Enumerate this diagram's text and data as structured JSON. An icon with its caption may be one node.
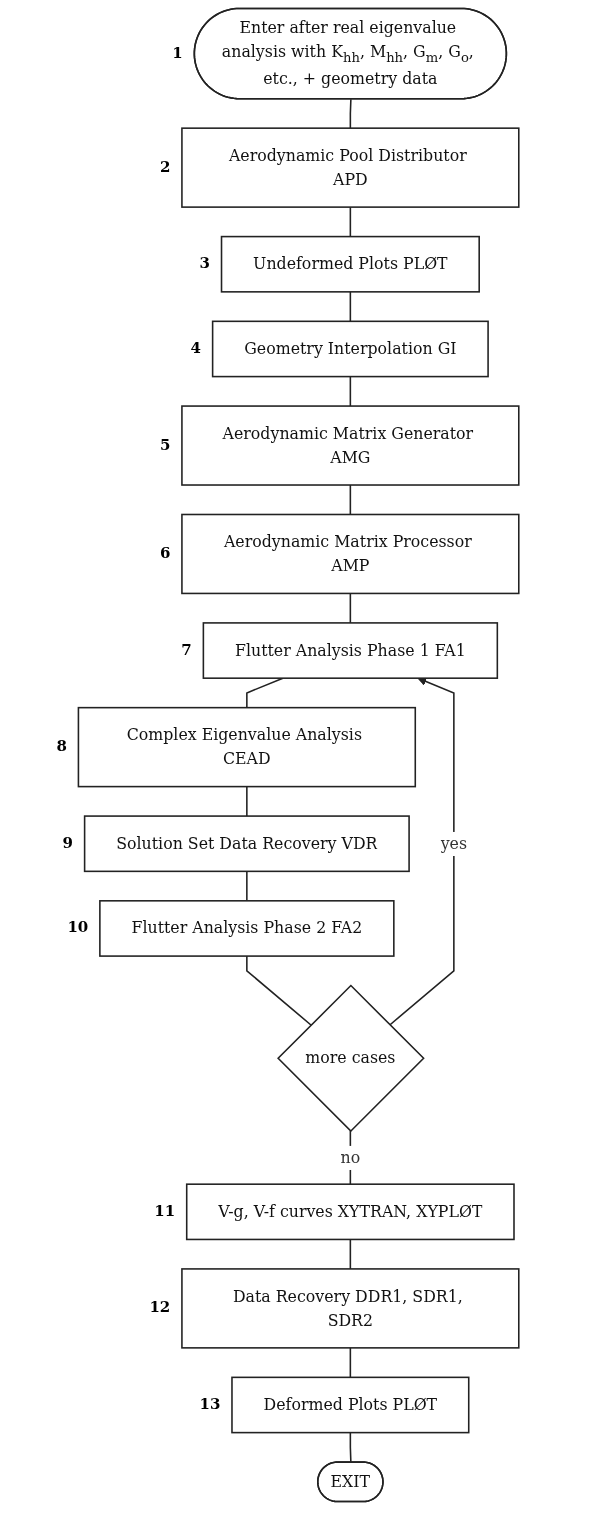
{
  "diagram": {
    "nodes": [
      {
        "text": [
          "Enter after real eigenvalue analysis with K$_{hh}$, M$_{hh}$, G$_{m}$, G$_{o}$, etc., + geometry data"
        ],
        "beside": [
          "1"
        ]
      },
      {
        "text": [
          "Aerodynamic Pool Distributor APD"
        ],
        "beside": [
          "2"
        ]
      },
      {
        "text": [
          "Undeformed Plots PLØT"
        ],
        "beside": [
          "3"
        ]
      },
      {
        "text": [
          "Geometry Interpolation GI"
        ],
        "beside": [
          "4"
        ]
      },
      {
        "text": [
          "Aerodynamic Matrix Generator AMG"
        ],
        "beside": [
          "5"
        ]
      },
      {
        "text": [
          "Aerodynamic Matrix Processor AMP"
        ],
        "beside": [
          "6"
        ]
      },
      {
        "text": [
          "Flutter Analysis Phase 1 FA1"
        ],
        "beside": [
          "7"
        ]
      },
      {
        "text": [
          "Complex Eigenvalue Analysis CEAD"
        ],
        "beside": [
          "8"
        ]
      },
      {
        "text": [
          "Solution Set Data Recovery VDR"
        ],
        "beside": [
          "9"
        ]
      },
      {
        "text": [
          "Flutter Analysis Phase 2 FA2"
        ],
        "beside": [
          "10"
        ]
      },
      {
        "text": [
          "more cases"
        ]
      },
      {
        "text": [
          "V-g, V-f curves XYTRAN, XYPLØT"
        ],
        "beside": [
          "11"
        ]
      },
      {
        "text": [
          "Data Recovery DDR1, SDR1, SDR2"
        ],
        "beside": [
          "12"
        ]
      },
      {
        "text": [
          "Deformed Plots PLØT"
        ],
        "beside": [
          "13"
        ]
      },
      {
        "text": [
          "EXIT"
        ]
      }
    ],
    "edges": [
      {
        "from": 0,
        "to": 1,
        "arrow": "none"
      },
      {
        "from": 1,
        "to": 2,
        "arrow": "none"
      },
      {
        "from": 2,
        "to": 3,
        "arrow": "none"
      },
      {
        "from": 3,
        "to": 4,
        "arrow": "none"
      },
      {
        "from": 4,
        "to": 5,
        "arrow": "none"
      },
      {
        "from": 5,
        "to": 6,
        "arrow": "none"
      },
      {
        "from": 6,
        "to": 7,
        "arrow": "none"
      },
      {
        "from": 7,
        "to": 8,
        "arrow": "none"
      },
      {
        "from": 8,
        "to": 9,
        "arrow": "none"
      },
      {
        "from": 9,
        "to": 10,
        "arrow": "none"
      },
      {
        "from": 10,
        "to": 6,
        "label": "yes",
        "arrow": "to"
      },
      {
        "from": 10,
        "to": 11,
        "label": "no",
        "arrow": "none"
      },
      {
        "from": 11,
        "to": 12,
        "arrow": "none"
      },
      {
        "from": 12,
        "to": 13,
        "arrow": "none"
      },
      {
        "from": 13,
        "to": 14,
        "arrow": "none"
      }
    ]
  }
}
